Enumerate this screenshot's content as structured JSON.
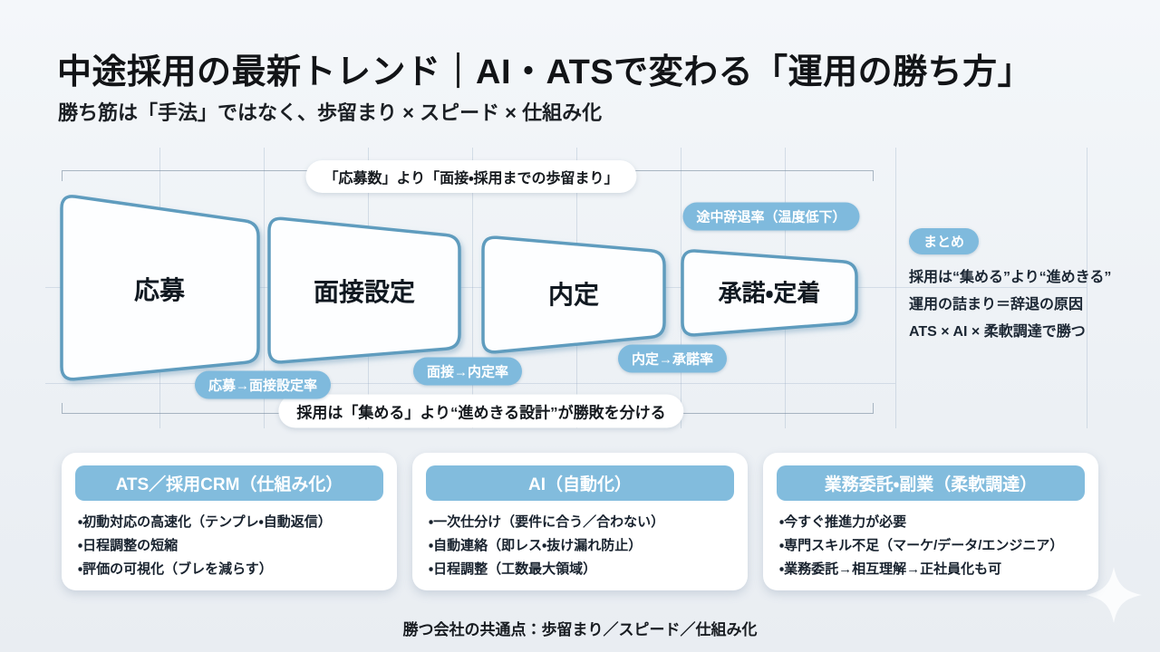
{
  "slide": {
    "title": "中途採用の最新トレンド｜AI・ATSで変わる「運用の勝ち方」",
    "subtitle": "勝ち筋は「手法」ではなく、歩留まり × スピード × 仕組み化",
    "footer": "勝つ会社の共通点：歩留まり／スピード／仕組み化"
  },
  "colors": {
    "accent_blue": "#82bcdd",
    "funnel_stroke": "#5f9cbe",
    "background": "#edf1f5",
    "text_dark": "#15202b"
  },
  "funnel": {
    "top_note": "「応募数」より「面接・採用までの歩留まり」",
    "bottom_note": "採用は「集める」より“進めきる設計”が勝敗を分ける",
    "stages": [
      {
        "label": "応募"
      },
      {
        "label": "面接設定"
      },
      {
        "label": "内定"
      },
      {
        "label": "承諾・定着"
      }
    ],
    "rate_pills": [
      {
        "label": "応募→面接設定率"
      },
      {
        "label": "面接→内定率"
      },
      {
        "label": "内定→承諾率"
      },
      {
        "label": "途中辞退率（温度低下）"
      }
    ]
  },
  "summary": {
    "badge": "まとめ",
    "lines": [
      "採用は“集める”より“進めきる”",
      "運用の詰まり＝辞退の原因",
      "ATS × AI × 柔軟調達で勝つ"
    ]
  },
  "cards": [
    {
      "title": "ATS／採用CRM（仕組み化）",
      "items": [
        "・初動対応の高速化（テンプレ・自動返信）",
        "・日程調整の短縮",
        "・評価の可視化（ブレを減らす）"
      ]
    },
    {
      "title": "AI（自動化）",
      "items": [
        "・一次仕分け（要件に合う／合わない）",
        "・自動連絡（即レス・抜け漏れ防止）",
        "・日程調整（工数最大領域）"
      ]
    },
    {
      "title": "業務委託・副業（柔軟調達）",
      "items": [
        "・今すぐ推進力が必要",
        "・専門スキル不足（マーケ/データ/エンジニア）",
        "・業務委託→相互理解→正社員化も可"
      ]
    }
  ]
}
